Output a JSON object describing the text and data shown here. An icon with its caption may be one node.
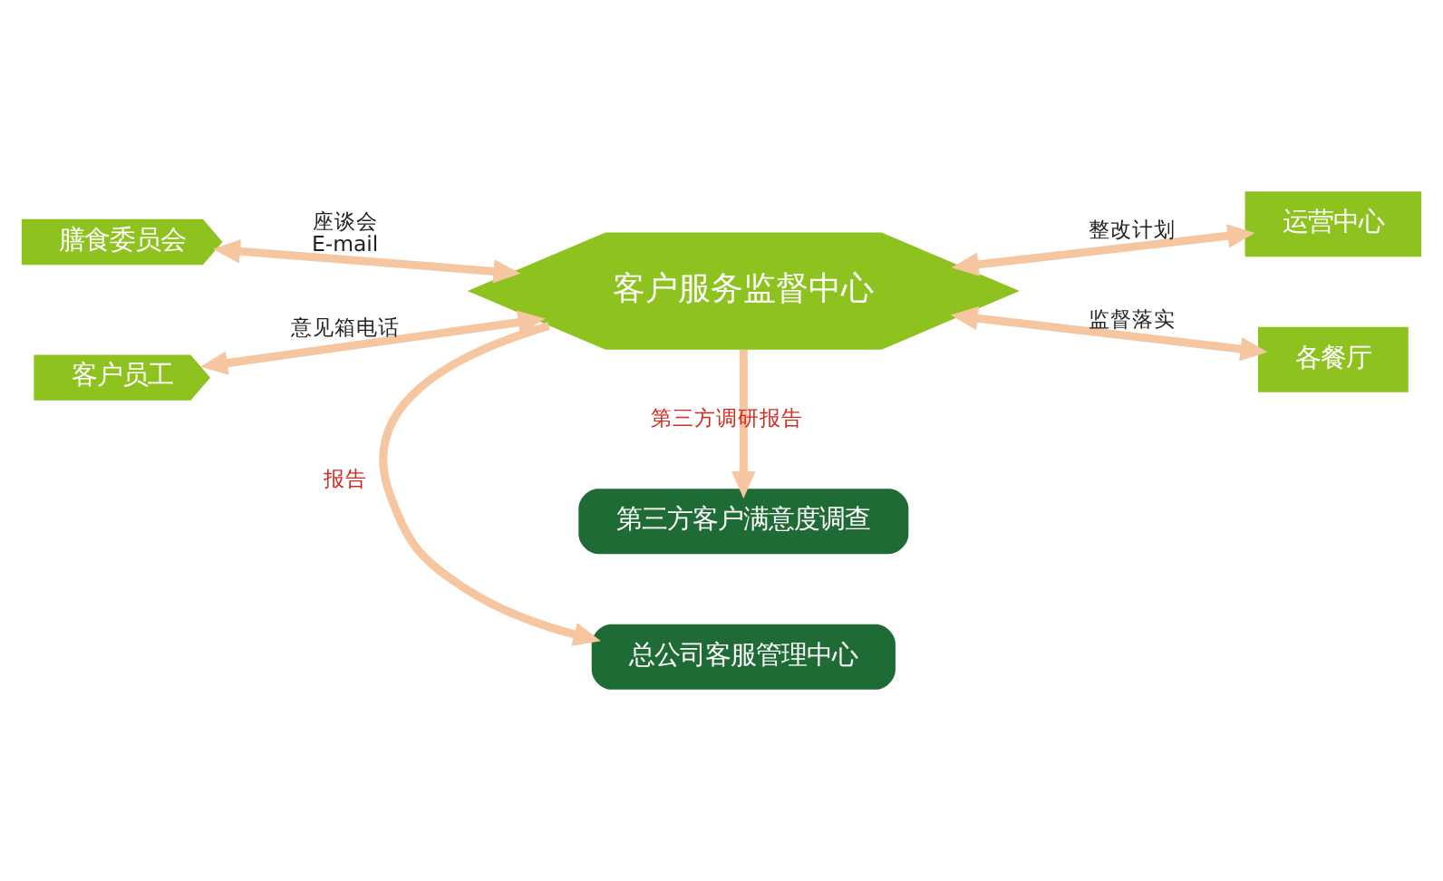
{
  "diagram": {
    "nodes": [
      {
        "text": [
          "总公司客服管理中心"
        ]
      },
      {
        "text": [
          "膳食委员会"
        ]
      },
      {
        "text": [
          "客户员工"
        ]
      },
      {
        "text": [
          "客户服务监督中心"
        ]
      },
      {
        "text": [
          "运营中心"
        ]
      },
      {
        "text": [
          "各餐厅"
        ]
      },
      {
        "text": [
          "第三方客户满意度调查"
        ]
      }
    ],
    "edges": [
      {
        "from": 3,
        "to": 0,
        "arrow": "to",
        "label": "报告"
      },
      {
        "from": 1,
        "to": 3,
        "arrow": "both",
        "label": "座谈会 E-mail"
      },
      {
        "from": 2,
        "to": 3,
        "arrow": "both",
        "label": "意见箱电话"
      },
      {
        "from": 3,
        "to": 4,
        "arrow": "both",
        "label": "整改计划"
      },
      {
        "from": 3,
        "to": 5,
        "arrow": "both",
        "label": "监督落实"
      },
      {
        "from": 3,
        "to": 6,
        "arrow": "to",
        "label": "第三方调研报告"
      }
    ]
  }
}
